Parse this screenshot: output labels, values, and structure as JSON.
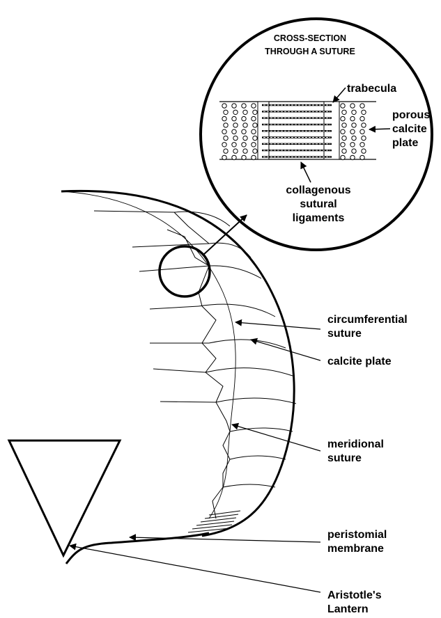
{
  "inset": {
    "title_line1": "CROSS-SECTION",
    "title_line2": "THROUGH A SUTURE",
    "trabecula": "trabecula",
    "porous_calcite_plate": [
      "porous",
      "calcite",
      "plate"
    ],
    "collagenous_sutural_ligaments": [
      "collagenous",
      "sutural",
      "ligaments"
    ]
  },
  "labels": {
    "circumferential_suture": [
      "circumferential",
      "suture"
    ],
    "calcite_plate": "calcite plate",
    "meridional_suture": [
      "meridional",
      "suture"
    ],
    "peristomial_membrane": [
      "peristomial",
      "membrane"
    ],
    "aristotles_lantern": [
      "Aristotle's",
      "Lantern"
    ]
  }
}
